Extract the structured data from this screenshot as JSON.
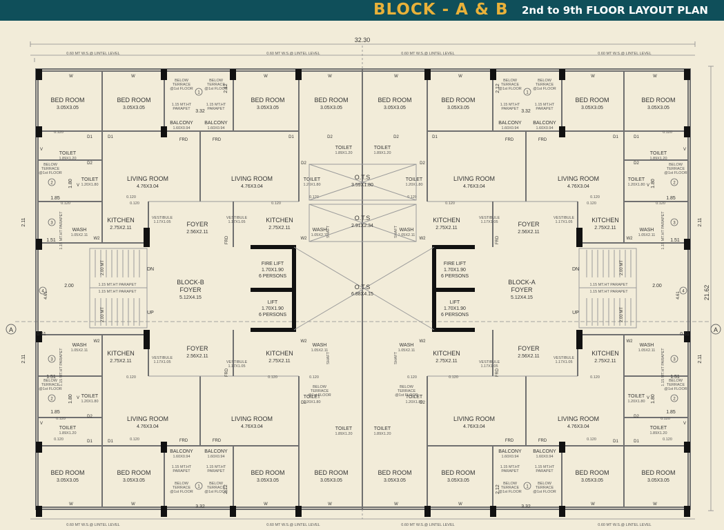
{
  "header": {
    "block": "BLOCK - A & B",
    "plan": "2nd to 9th FLOOR  LAYOUT PLAN"
  },
  "overall": {
    "width": "32.30",
    "depth": "21.62",
    "axis": "A",
    "lintel": "0.60 MT W.S.@ LINTEL LEVEL"
  },
  "blocks": {
    "b": {
      "name": "BLOCK-B",
      "foyer": "FOYER",
      "foyer_size": "5.12X4.15"
    },
    "a": {
      "name": "BLOCK-A",
      "foyer": "FOYER",
      "foyer_size": "5.12X4.15"
    }
  },
  "lift": {
    "fire": "FIRE LIFT",
    "fire_size": "1.70X1.90",
    "lift": "LIFT",
    "lift_size": "1.70X1.90",
    "cap": "6 PERSONS"
  },
  "ots": {
    "label": "O.T.S",
    "s1": "3.59X1.80",
    "s2": "2.91X2.34",
    "s3": "6.88X4.15"
  },
  "rooms": {
    "bed": "BED ROOM",
    "bed_size": "3.05X3.05",
    "living": "LIVING ROOM",
    "living_size": "4.76X3.04",
    "kitchen": "KITCHEN",
    "kitchen_size": "2.75X2.11",
    "foyer": "FOYER",
    "foyer_size": "2.56X2.11",
    "toilet": "TOILET",
    "toilet_a": "1.89X1.20",
    "toilet_b": "1.20X1.80",
    "wash": "WASH",
    "wash_size": "1.05X2.11",
    "vestibule": "VESTIBULE",
    "vestibule_size": "1.17X1.05",
    "balcony": "BALCONY",
    "balcony_size": "1.60X0.94",
    "below1": "BELOW",
    "below2": "TERRACE",
    "below3": "@1st FLOOR",
    "parapet": "1.15 MT.HT PARAPET",
    "parapet1": "1.15 MT.HT",
    "parapet2": "PARAPET",
    "frd": "FRD",
    "d1": "D1",
    "d2": "D2",
    "w": "W",
    "w2": "W2",
    "v": "V",
    "shaft": "SHAFT"
  },
  "stair": {
    "dn": "DN",
    "up": "UP",
    "width": "2.00",
    "flight": "2.00 MT",
    "depth": "4.61",
    "land": "1.15 MT.HT PARAPET"
  },
  "dims": {
    "d332": "3.32",
    "d212": "2.12",
    "d180": "1.80",
    "d185": "1.85",
    "d211": "2.11",
    "d151": "1.51",
    "d061": "0.61",
    "d0120": "0.120"
  },
  "circles": [
    "1",
    "2",
    "3",
    "4"
  ]
}
